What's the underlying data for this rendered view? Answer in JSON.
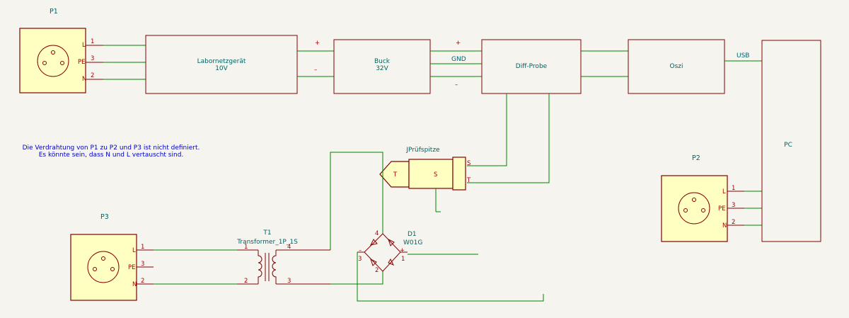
{
  "sockets": {
    "p1": {
      "ref": "P1",
      "pins": [
        "L",
        "PE",
        "N"
      ],
      "nums": [
        "1",
        "3",
        "2"
      ]
    },
    "p2": {
      "ref": "P2",
      "pins": [
        "L",
        "PE",
        "N"
      ],
      "nums": [
        "1",
        "3",
        "2"
      ]
    },
    "p3": {
      "ref": "P3",
      "pins": [
        "L",
        "PE",
        "N"
      ],
      "nums": [
        "1",
        "3",
        "2"
      ]
    }
  },
  "blocks": {
    "psu": {
      "line1": "Labornetzgerät",
      "line2": "10V"
    },
    "buck": {
      "line1": "Buck",
      "line2": "32V"
    },
    "probe": {
      "label": "Diff-Probe"
    },
    "oszi": {
      "label": "Oszi"
    },
    "pc": {
      "label": "PC"
    }
  },
  "wire_labels": {
    "psu_plus": "+",
    "psu_minus": "–",
    "buck_plus": "+",
    "buck_gnd": "GND",
    "buck_minus": "–",
    "usb": "USB"
  },
  "note": {
    "line1": "Die Verdrahtung von P1 zu P2 und P3 ist nicht definiert.",
    "line2": "Es könnte sein, dass N und L vertauscht sind."
  },
  "probe_tip": {
    "ref": "JPrüfspitze",
    "tip": "T",
    "sleeve": "S",
    "pin_s": "S",
    "pin_t": "T"
  },
  "transformer": {
    "ref": "T1",
    "value": "Transformer_1P_1S",
    "pins": [
      "1",
      "4",
      "2",
      "3"
    ]
  },
  "rectifier": {
    "ref": "D1",
    "value": "W01G",
    "pins": [
      "4",
      "3",
      "1",
      "2"
    ],
    "minus": "–",
    "plus": "+"
  }
}
